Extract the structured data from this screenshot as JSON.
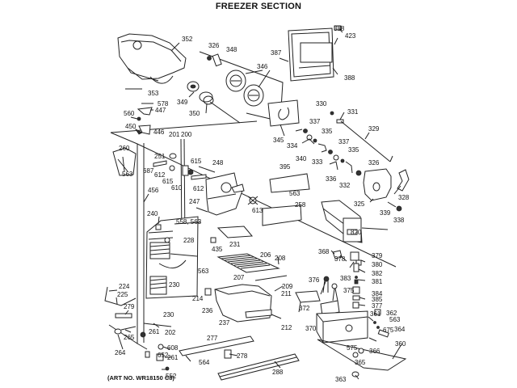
{
  "title": "FREEZER SECTION",
  "art_number": "(ART NO. WR18150 C8)",
  "labels": {
    "l352": "352",
    "l326a": "326",
    "l348": "348",
    "l346": "346",
    "l387": "387",
    "l388a": "388",
    "l423": "423",
    "l388b": "388",
    "l353": "353",
    "l349": "349",
    "l350": "350",
    "l578": "578",
    "l447": "447",
    "l560": "560",
    "l450": "450",
    "l446": "446",
    "l201": "201",
    "l200": "200",
    "l345": "345",
    "l330": "330",
    "l331": "331",
    "l329": "329",
    "l337a": "337",
    "l334": "334",
    "l335a": "335",
    "l340": "340",
    "l333": "333",
    "l337b": "337",
    "l335b": "335",
    "l336": "336",
    "l332": "332",
    "l326b": "326",
    "l325": "325",
    "l328": "328",
    "l339": "339",
    "l338": "338",
    "l260": "260",
    "l563a": "563",
    "l251": "251",
    "l687": "687",
    "l612a": "612",
    "l615a": "615",
    "l610": "610",
    "l615b": "615",
    "l612b": "612",
    "l248": "248",
    "l456": "456",
    "l247": "247",
    "l613": "613",
    "l395": "395",
    "l563b": "563",
    "l258": "258",
    "l240": "240",
    "l558_563": "558, 563",
    "l228": "228",
    "l820": "820",
    "l231": "231",
    "l435": "435",
    "l563c": "563",
    "l368": "368",
    "l378": "378",
    "l379": "379",
    "l380": "380",
    "l206": "206",
    "l208": "208",
    "l207": "207",
    "l209": "209",
    "l211": "211",
    "l382": "382",
    "l381a": "381",
    "l376": "376",
    "l383": "383",
    "l375": "375",
    "l384": "384",
    "l385": "385",
    "l377": "377",
    "l224": "224",
    "l225": "225",
    "l230a": "230",
    "l279": "279",
    "l214": "214",
    "l236": "236",
    "l230b": "230",
    "l237": "237",
    "l372": "372",
    "l370": "370",
    "l212": "212",
    "l361": "361",
    "l362": "362",
    "l563d": "563",
    "l675": "675",
    "l364": "364",
    "l265": "265",
    "l261a": "261",
    "l202": "202",
    "l277": "277",
    "l264": "264",
    "l608": "608",
    "l652": "652",
    "l261b": "261",
    "l278": "278",
    "l564": "564",
    "l552": "552",
    "l288": "288",
    "l575": "575",
    "l366": "366",
    "l365": "365",
    "l360": "360",
    "l363": "363"
  }
}
